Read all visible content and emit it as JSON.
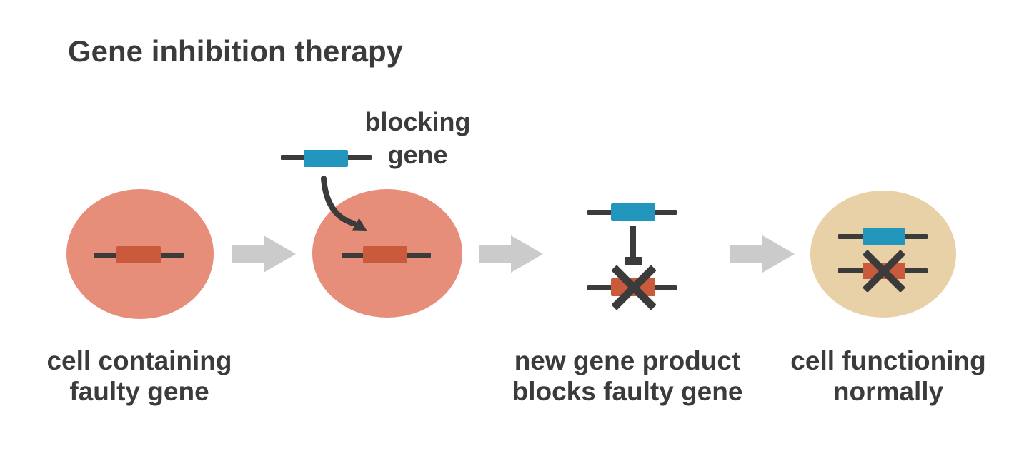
{
  "title": "Gene inhibition therapy",
  "colors": {
    "text_dark": "#3b3b3b",
    "line_dark": "#3b3b3b",
    "cell_salmon": "#E78E7B",
    "cell_tan": "#E8D1A6",
    "gene_faulty": "#C95A3B",
    "gene_blocking": "#2396BE",
    "arrow_gray": "#CBCBCB"
  },
  "annotations": {
    "blocking_gene_label": "blocking gene"
  },
  "captions": {
    "cell1": {
      "line1": "cell containing",
      "line2": "faulty gene"
    },
    "inhibition": {
      "line1": "new gene product",
      "line2": "blocks faulty gene"
    },
    "cell4": {
      "line1": "cell functioning",
      "line2": "normally"
    }
  },
  "icons": {
    "step_arrow": "arrow-right-icon",
    "delivery_arrow": "curved-arrow-icon",
    "inhibitor": "inhibition-tbar-icon",
    "blocked_gene": "cross-icon"
  }
}
